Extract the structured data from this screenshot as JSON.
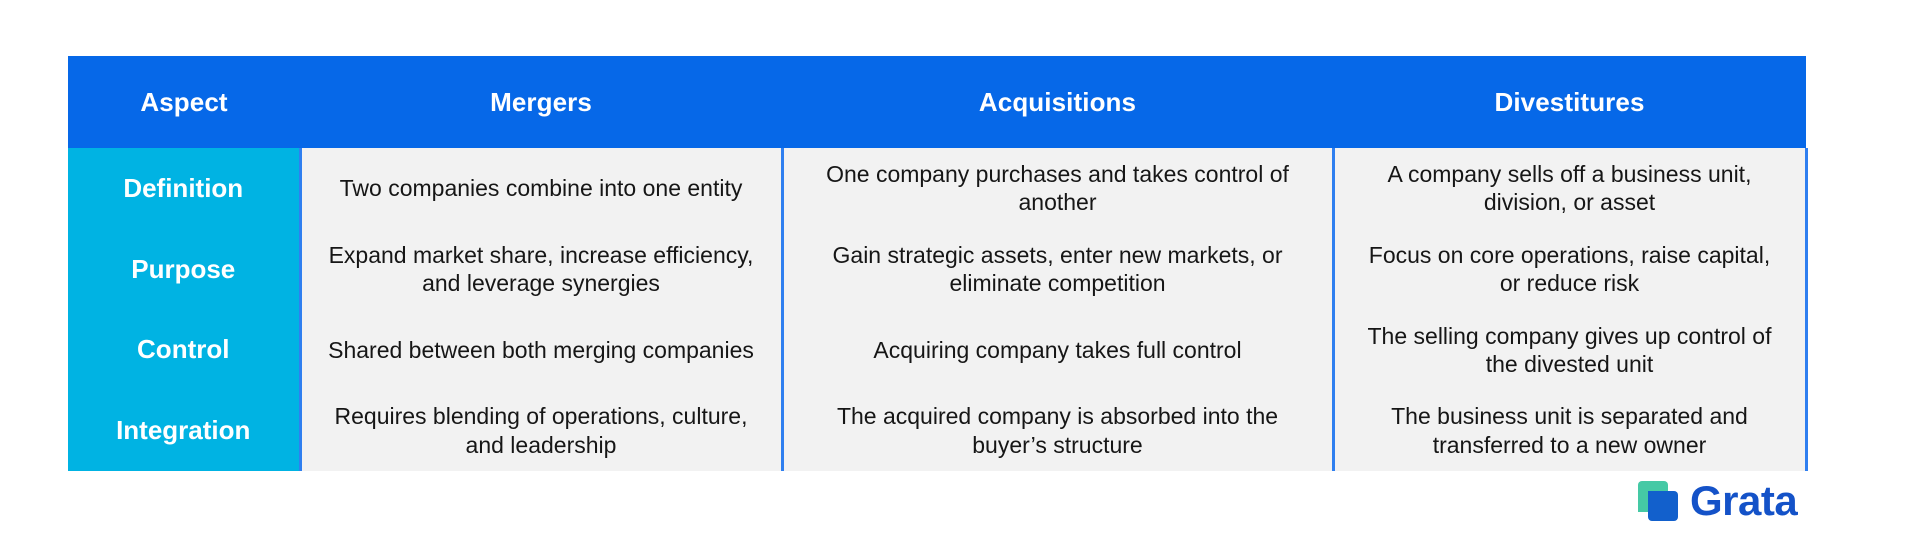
{
  "table": {
    "headers": [
      {
        "key": "aspect",
        "label": "Aspect"
      },
      {
        "key": "mergers",
        "label": "Mergers"
      },
      {
        "key": "acquisitions",
        "label": "Acquisitions"
      },
      {
        "key": "divestitures",
        "label": "Divestitures"
      }
    ],
    "rows": [
      {
        "aspect": "Definition",
        "mergers": "Two companies combine into one entity",
        "acquisitions": "One company purchases and takes control of another",
        "divestitures": "A company sells off a business unit, division, or asset"
      },
      {
        "aspect": "Purpose",
        "mergers": "Expand market share, increase efficiency, and leverage synergies",
        "acquisitions": "Gain strategic assets, enter new markets, or eliminate competition",
        "divestitures": "Focus on core operations, raise capital, or reduce risk"
      },
      {
        "aspect": "Control",
        "mergers": "Shared between both merging companies",
        "acquisitions": "Acquiring company takes full control",
        "divestitures": "The selling company gives up control of the divested unit"
      },
      {
        "aspect": "Integration",
        "mergers": "Requires blending of operations, culture, and leadership",
        "acquisitions": "The acquired company is absorbed into the buyer’s structure",
        "divestitures": "The business unit is separated and transferred to a new owner"
      }
    ]
  },
  "brand": {
    "name": "Grata",
    "mark_icon": "grata-logo-icon",
    "mark_color_primary": "#1452c8",
    "mark_color_secondary": "#45c9a5"
  },
  "colors": {
    "header_blue": "#0668e8",
    "aspect_cyan": "#00b3e3",
    "cell_gray": "#f2f2f2",
    "divider_blue": "#2f7ff0",
    "text_dark": "#161616",
    "text_light": "#ffffff",
    "page_background": "#ffffff"
  }
}
